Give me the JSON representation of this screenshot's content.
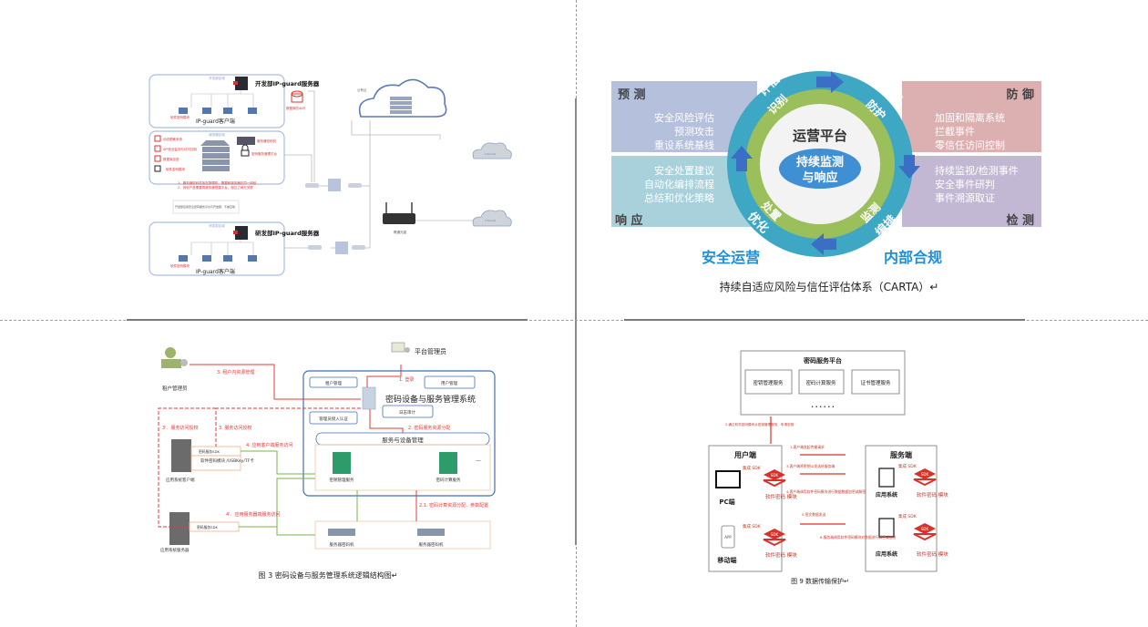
{
  "q1": {
    "dev_server": "开发部IP-guard服务器",
    "rd_server": "研发部IP-guard服务器",
    "client_label_top": "IP-guard客户端",
    "client_label_bottom": "IP-guard客户端",
    "dev_zone": "开发部区域",
    "server_zone": "服务器区域",
    "rd_zone": "研发部区域",
    "db_watermark": "数据库防水印",
    "sw_crypto": "软件密码模块",
    "left_items": [
      "动态脱敏系统",
      "API安全监测与访问控制",
      "数据库加密",
      "软件密码模块"
    ],
    "crypto_machine": "服务器密码机",
    "crypto_mgmt": "密码服务管理平台",
    "note1": "1、服务器密码机放在物理机，需要和服务器在同一网段",
    "note2": "2、其他产品需要再服务器搭建平台，相互之间无关联",
    "callout": "开发部应用安全密码服务平台与开发部，不做互联",
    "public_cloud": "公有云",
    "internet1": "Internet",
    "internet2": "Internet",
    "router": "联通光猫"
  },
  "q2": {
    "quadrants": {
      "predict": {
        "title": "预 测",
        "items": [
          "安全风险评估",
          "预测攻击",
          "重设系统基线"
        ]
      },
      "defend": {
        "title": "防 御",
        "items": [
          "加固和隔离系统",
          "拦截事件",
          "零信任访问控制"
        ]
      },
      "respond": {
        "title": "响 应",
        "items": [
          "安全处置建议",
          "自动化编排流程",
          "总结和优化策略"
        ]
      },
      "detect": {
        "title": "检 测",
        "items": [
          "持续监视/检测事件",
          "安全事件研判",
          "事件溯源取证"
        ]
      }
    },
    "outer_ring": [
      "评估",
      "治理",
      "编排",
      "优化"
    ],
    "inner_ring": [
      "识别",
      "防护",
      "监测",
      "处置"
    ],
    "center_title": "运营平台",
    "center_ellipse_line1": "持续监测",
    "center_ellipse_line2": "与响应",
    "bottom_left": "安全运营",
    "bottom_right": "内部合规",
    "caption": "持续自适应风险与信任评估体系（CARTA）↵",
    "colors": {
      "predict": "#b4c0dc",
      "defend": "#dcb0b0",
      "respond": "#a9d1dc",
      "detect": "#c2b8d4",
      "outer_ring": "#3ea7c4",
      "inner_ring": "#9bbf5a",
      "arrow": "#3b6fc5",
      "title_blue": "#1f8fd8"
    }
  },
  "q3": {
    "platform_admin": "平台管理员",
    "tenant_admin": "租户管理员",
    "system_title": "密码设备与服务管理系统",
    "tenant_mgmt": "租户管理",
    "user_mgmt": "用户管理",
    "log_audit": "日志审计",
    "admin_auth": "管理员接入认证",
    "service_device_mgmt": "服务与设备管理",
    "key_mgmt_service": "密钥管理服务",
    "crypto_compute_service": "密码计算服务",
    "ellipsis": "—",
    "crypto_machine_1": "服务器密码机",
    "crypto_machine_2": "服务器密码机",
    "app_client": "应用系统客户端",
    "app_server": "应用系统服务器",
    "sdk_client": "密码服务SDK",
    "sdk_server": "密码服务SDK",
    "sw_module": "软件密码模块\n/USBKey/TF卡",
    "step1": "1. 登录",
    "step2": "2. 密码服务资源分配",
    "step21": "2.1. 密码计算资源分配、参数配置",
    "step3_tenant": "3. 租户内资源管理",
    "step3_auth": "3. 服务访问授权",
    "step3p_auth": "3'．服务访问授权",
    "step4": "4. 应用客户端服务访问",
    "step4p": "4'．应用服务器端服务访问",
    "caption": "图 3 密码设备与服务管理系统逻辑结构图↵"
  },
  "q4": {
    "platform_title": "密码服务平台",
    "services": [
      "密钥管理服务",
      "密码计算服务",
      "证书管理服务"
    ],
    "dots": "• • • • • •",
    "step2": "2.通过软件密码模块从密钥管理服务、申请密钥",
    "user_side": "用户端",
    "server_side": "服务端",
    "pc": "PC端",
    "mobile": "移动端",
    "app_label": "APP",
    "integrate": "集成\nSDK",
    "sdk": "SDK",
    "sw_module": "软件密码\n模块",
    "app_system": "应用系统",
    "steps": [
      "1.客户端发起传输请求",
      "3.客户端将密钥ID发送给服务端",
      "4.客户端调用软件密码模块进行数据数据加密或解密",
      "5.密文数据发送",
      "6.服务端调用软件密码模块对数据进行解密或加密"
    ],
    "caption": "图 9 数据传输保护↵",
    "red": "#d9322b"
  }
}
